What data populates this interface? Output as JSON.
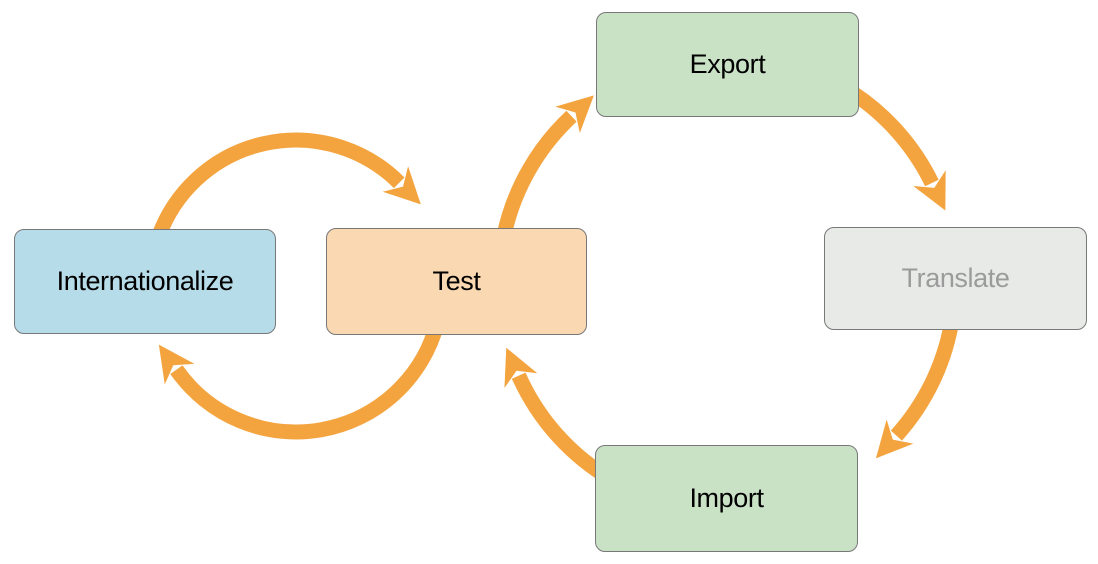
{
  "diagram": {
    "description": "Localization workflow cycle diagram",
    "nodes": [
      {
        "id": "internationalize",
        "label": "Internationalize",
        "fill": "#b7dce9",
        "text_color": "#000000"
      },
      {
        "id": "test",
        "label": "Test",
        "fill": "#fad8b1",
        "text_color": "#000000"
      },
      {
        "id": "export",
        "label": "Export",
        "fill": "#c9e2c6",
        "text_color": "#000000"
      },
      {
        "id": "translate",
        "label": "Translate",
        "fill": "#e8eae8",
        "text_color": "#9b9b9b"
      },
      {
        "id": "import",
        "label": "Import",
        "fill": "#c9e2c6",
        "text_color": "#000000"
      }
    ],
    "edges": [
      {
        "from": "internationalize",
        "to": "test"
      },
      {
        "from": "test",
        "to": "internationalize"
      },
      {
        "from": "test",
        "to": "export"
      },
      {
        "from": "export",
        "to": "translate"
      },
      {
        "from": "translate",
        "to": "import"
      },
      {
        "from": "import",
        "to": "test"
      }
    ],
    "arrow_color": "#f4a43f",
    "border_color": "#787878",
    "background": "#ffffff"
  }
}
